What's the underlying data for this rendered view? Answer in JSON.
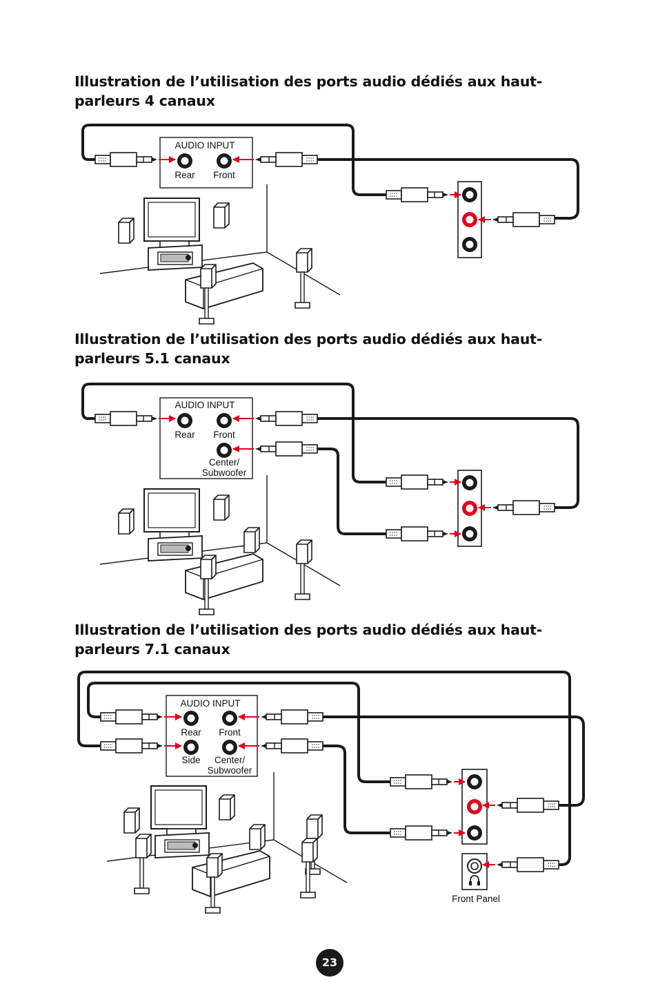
{
  "sections": [
    {
      "title": "Illustration de l’utilisation des ports audio dédiés aux haut-parleurs 4 canaux"
    },
    {
      "title": "Illustration de l’utilisation des ports audio dédiés aux haut-parleurs 5.1 canaux"
    },
    {
      "title": "Illustration de l’utilisation des ports audio dédiés aux haut-parleurs 7.1 canaux"
    }
  ],
  "labels": {
    "audio_input": "AUDIO INPUT",
    "rear": "Rear",
    "front": "Front",
    "center_sub_1": "Center/",
    "center_sub_2": "Subwoofer",
    "side": "Side",
    "front_panel": "Front Panel"
  },
  "page_number": "23",
  "colors": {
    "accent": "#e3001b",
    "ink": "#1a1a1a"
  }
}
